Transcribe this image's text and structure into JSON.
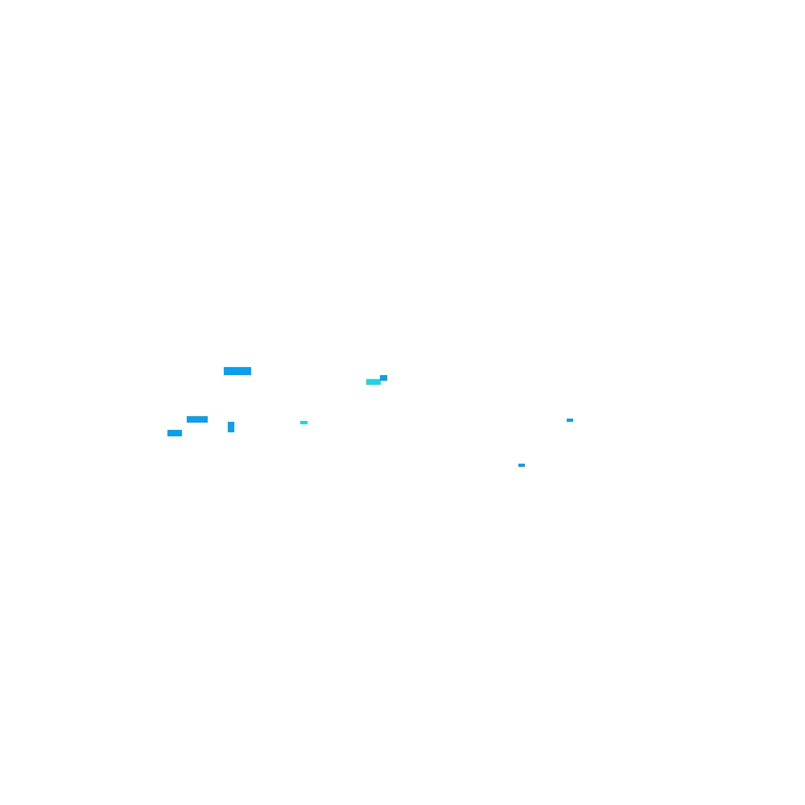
{
  "colors": {
    "background": "#ffffff",
    "blue": "#0aa0f0",
    "cyan": "#18d8e8"
  },
  "fragments": [
    {
      "shape": "bar",
      "color": "blue"
    },
    {
      "shape": "bar",
      "color": "cyan"
    },
    {
      "shape": "square",
      "color": "blue"
    },
    {
      "shape": "bar",
      "color": "blue"
    },
    {
      "shape": "bar",
      "color": "blue"
    },
    {
      "shape": "bar",
      "color": "blue"
    },
    {
      "shape": "dash",
      "color": "cyan"
    },
    {
      "shape": "dash",
      "color": "blue"
    },
    {
      "shape": "dash",
      "color": "blue"
    }
  ]
}
